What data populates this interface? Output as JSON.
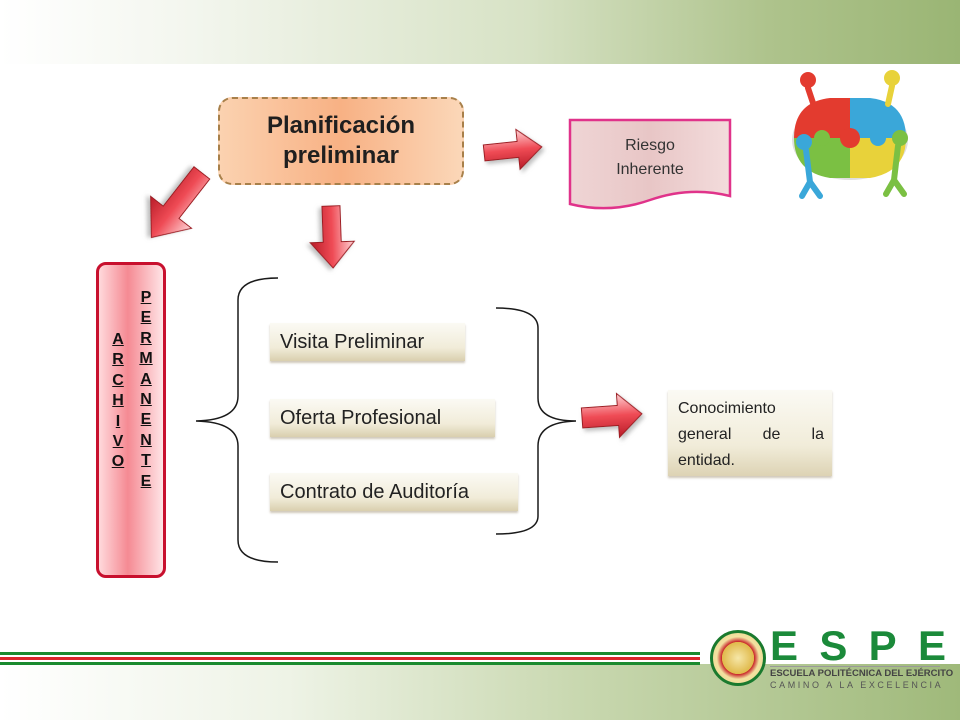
{
  "diagram": {
    "top_box": "Planificación preliminar",
    "risk_note": [
      "Riesgo",
      "Inherente"
    ],
    "archive_words": {
      "first": [
        "A",
        "R",
        "C",
        "H",
        "I",
        "V",
        "O"
      ],
      "second": [
        "P",
        "E",
        "R",
        "M",
        "A",
        "N",
        "E",
        "N",
        "T",
        "E"
      ]
    },
    "items": [
      "Visita Preliminar",
      "Oferta Profesional",
      "Contrato de Auditoría"
    ],
    "result": "Conocimiento general de la entidad."
  },
  "logo": {
    "letters": [
      "E",
      "S",
      "P",
      "E"
    ],
    "line1": "ESCUELA POLITÉCNICA DEL EJÉRCITO",
    "line2": "CAMINO A LA EXCELENCIA"
  },
  "icons": [
    "arrow-icon",
    "puzzle-people-icon",
    "university-seal-icon"
  ],
  "colors": {
    "accent_red": "#c8102e",
    "brand_green": "#1b8a3a",
    "box_orange": "#f8b184"
  }
}
